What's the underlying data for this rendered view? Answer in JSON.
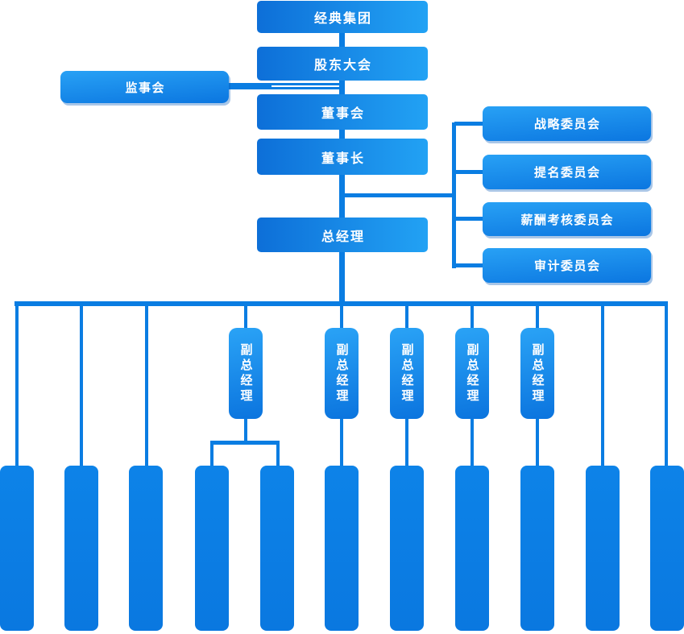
{
  "diagram": {
    "type": "org-chart",
    "nodes": {
      "group": "经典集团",
      "shareholders_meeting": "股东大会",
      "supervisory_board": "监事会",
      "board_of_directors": "董事会",
      "chairman": "董事长",
      "general_manager": "总经理"
    },
    "committees": [
      {
        "label": "战略委员会"
      },
      {
        "label": "提名委员会"
      },
      {
        "label": "薪酬考核委员会"
      },
      {
        "label": "审计委员会"
      }
    ],
    "deputy_general_managers": [
      {
        "label": "副总经理"
      },
      {
        "label": "副总经理"
      },
      {
        "label": "副总经理"
      },
      {
        "label": "副总经理"
      },
      {
        "label": "副总经理"
      }
    ],
    "department_bars": {
      "count": 11,
      "label": ""
    },
    "colors": {
      "line": "#0a7de2",
      "node_gradient_dark": "#0d6fd8",
      "node_gradient_light": "#22a2f4",
      "bar_fill": "#0b7ce4",
      "text": "#ffffff"
    }
  }
}
